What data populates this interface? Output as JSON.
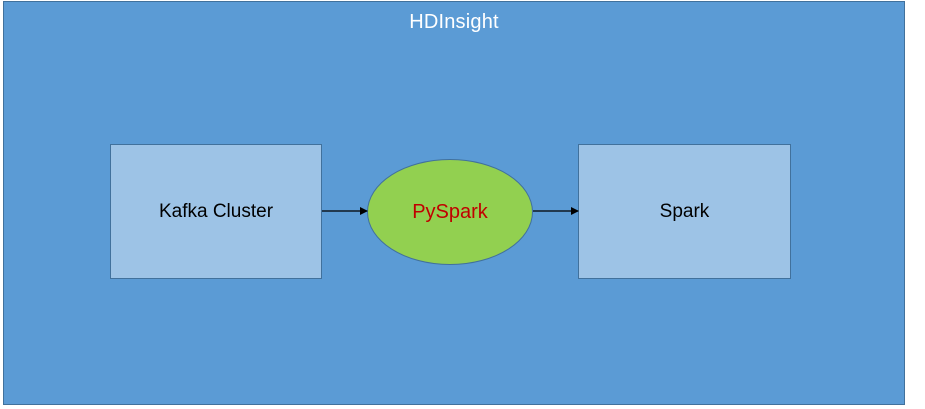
{
  "diagram": {
    "container": {
      "title": "HDInsight",
      "fill": "#5b9bd5"
    },
    "nodes": {
      "kafka": {
        "label": "Kafka Cluster",
        "fill": "#9dc3e6"
      },
      "pyspark": {
        "label": "PySpark",
        "fill": "#92d050",
        "text_color": "#c00000"
      },
      "spark": {
        "label": "Spark",
        "fill": "#9dc3e6"
      }
    },
    "edges": [
      {
        "from": "Kafka Cluster",
        "to": "PySpark"
      },
      {
        "from": "PySpark",
        "to": "Spark"
      }
    ]
  }
}
